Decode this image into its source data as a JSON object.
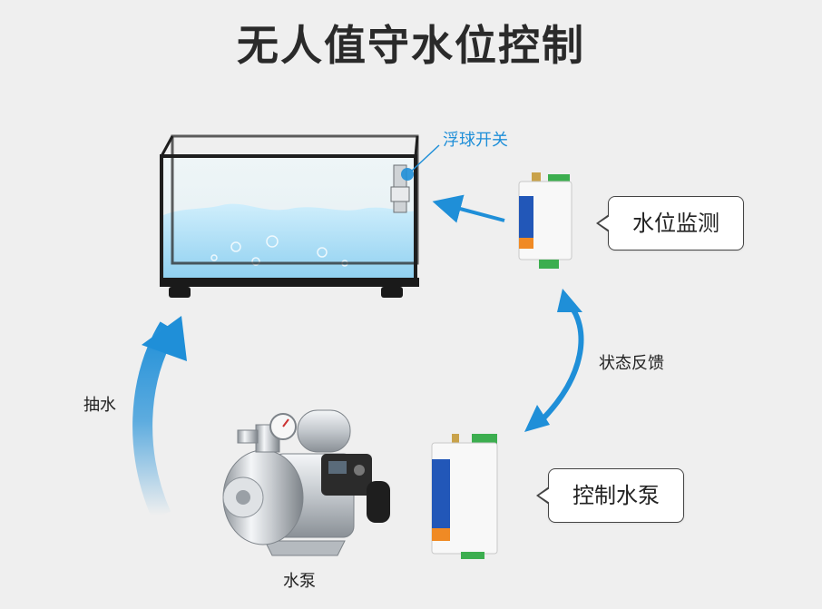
{
  "title": "无人值守水位控制",
  "labels": {
    "float_switch": "浮球开关",
    "level_monitor": "水位监测",
    "status_feedback": "状态反馈",
    "pump_water": "抽水",
    "pump_control": "控制水泵",
    "water_pump": "水泵"
  },
  "colors": {
    "accent": "#1f8fd8",
    "background": "#efefef",
    "water": "#a9dcf5"
  }
}
